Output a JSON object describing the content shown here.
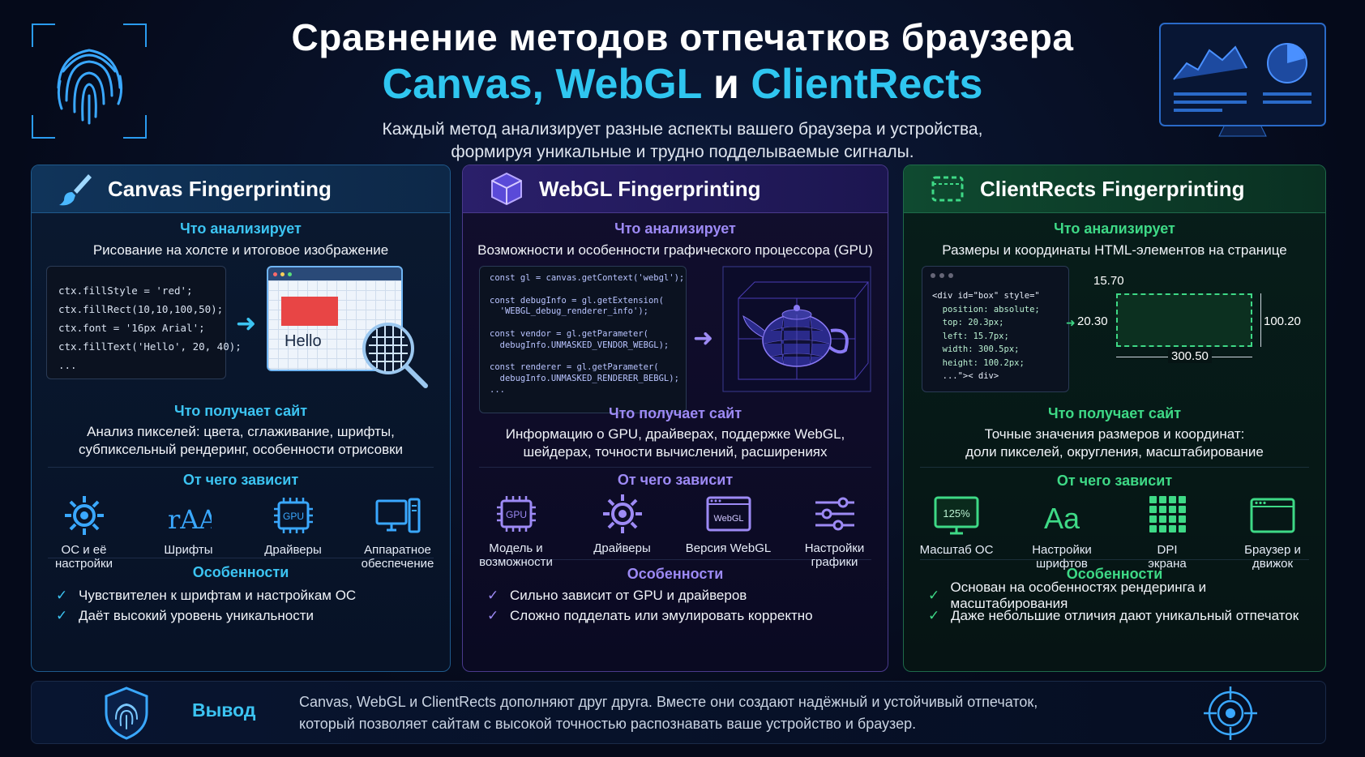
{
  "header": {
    "title_line1": "Сравнение методов отпечатков браузера",
    "title_canvas_webgl": "Canvas, WebGL",
    "title_and": " и ",
    "title_clientrects": "ClientRects",
    "subtitle_line1": "Каждый метод анализирует разные аспекты вашего браузера и устройства,",
    "subtitle_line2": "формируя уникальные и трудно подделываемые сигналы."
  },
  "colors": {
    "accent_blue": "#3cc4f2",
    "accent_purple": "#9d8af5",
    "accent_green": "#3ed986",
    "background": "#050a1a"
  },
  "cards": [
    {
      "title": "Canvas Fingerprinting",
      "icon": "paintbrush-icon",
      "analyzes_title": "Что анализирует",
      "analyzes_text": "Рисование на холсте и итоговое изображение",
      "code": [
        "ctx.fillStyle = 'red';",
        "ctx.fillRect(10,10,100,50);",
        "ctx.font = '16px Arial';",
        "ctx.fillText('Hello', 20, 40);",
        "..."
      ],
      "canvas_label": "Hello",
      "receives_title": "Что получает сайт",
      "receives_line1": "Анализ пикселей: цвета, сглаживание, шрифты,",
      "receives_line2": "субпиксельный рендеринг, особенности отрисовки",
      "depends_title": "От чего зависит",
      "depends": [
        {
          "icon": "gear-icon",
          "label1": "ОС и её настройки",
          "label2": ""
        },
        {
          "icon": "font-icon",
          "label1": "Шрифты",
          "label2": ""
        },
        {
          "icon": "gpu-chip-icon",
          "label1": "Драйверы",
          "label2": ""
        },
        {
          "icon": "computer-icon",
          "label1": "Аппаратное",
          "label2": "обеспечение"
        }
      ],
      "gpu_chip_text": "GPU",
      "features_title": "Особенности",
      "features": [
        "Чувствителен к шрифтам и настройкам ОС",
        "Даёт высокий уровень уникальности"
      ]
    },
    {
      "title": "WebGL Fingerprinting",
      "icon": "cube-icon",
      "analyzes_title": "Что анализирует",
      "analyzes_text": "Возможности и особенности графического процессора (GPU)",
      "code": [
        "const gl = canvas.getContext('webgl');",
        "",
        "const debugInfo = gl.getExtension(",
        "  'WEBGL_debug_renderer_info');",
        "",
        "const vendor = gl.getParameter(",
        "  debugInfo.UNMASKED_VENDOR_WEBGL);",
        "",
        "const renderer = gl.getParameter(",
        "  debugInfo.UNMASKED_RENDERER_BEBGL);",
        "..."
      ],
      "receives_title": "Что получает сайт",
      "receives_line1": "Информацию о GPU, драйверах, поддержке WebGL,",
      "receives_line2": "шейдерах, точности вычислений, расширениях",
      "depends_title": "От чего зависит",
      "depends": [
        {
          "icon": "gpu-chip-icon",
          "label1": "Модель и",
          "label2": "возможности"
        },
        {
          "icon": "gear-icon",
          "label1": "Драйверы",
          "label2": ""
        },
        {
          "icon": "browser-window-icon",
          "label1": "Версия WebGL",
          "label2": ""
        },
        {
          "icon": "sliders-icon",
          "label1": "Настройки",
          "label2": "графики"
        }
      ],
      "gpu_chip_text": "GPU",
      "webgl_badge": "WebGL",
      "features_title": "Особенности",
      "features": [
        "Сильно зависит от GPU и драйверов",
        "Сложно подделать или эмулировать корректно"
      ]
    },
    {
      "title": "ClientRects Fingerprinting",
      "icon": "dashed-rect-icon",
      "analyzes_title": "Что анализирует",
      "analyzes_text": "Размеры и координаты HTML-элементов на странице",
      "code": [
        "<div id=\"box\" style=\"",
        "  position: absolute;",
        "  top: 20.3px;",
        "  left: 15.7px;",
        "  width: 300.5px;",
        "  height: 100.2px;",
        "  ...\">< div>"
      ],
      "dim_left": "15.70",
      "dim_top": "20.30",
      "dim_width": "300.50",
      "dim_height": "100.20",
      "receives_title": "Что получает сайт",
      "receives_line1": "Точные значения размеров и координат:",
      "receives_line2": "доли пикселей, округления, масштабирование",
      "depends_title": "От чего зависит",
      "depends": [
        {
          "icon": "monitor-scale-icon",
          "label1": "Масштаб ОС",
          "label2": ""
        },
        {
          "icon": "font-aa-icon",
          "label1": "Настройки",
          "label2": "шрифтов"
        },
        {
          "icon": "dpi-grid-icon",
          "label1": "DPI",
          "label2": "экрана"
        },
        {
          "icon": "browser-window-icon",
          "label1": "Браузер и",
          "label2": "движок"
        }
      ],
      "scale_text": "125%",
      "font_sample": "Aa",
      "features_title": "Особенности",
      "features": [
        "Основан на особенностях рендеринга и масштабирования",
        "Даже небольшие отличия дают уникальный отпечаток"
      ]
    }
  ],
  "footer": {
    "title": "Вывод",
    "text_line1": "Canvas, WebGL и ClientRects дополняют друг друга. Вместе они создают надёжный и устойчивый отпечаток,",
    "text_line2": "который позволяет сайтам с высокой точностью распознавать ваше устройство и браузер."
  }
}
